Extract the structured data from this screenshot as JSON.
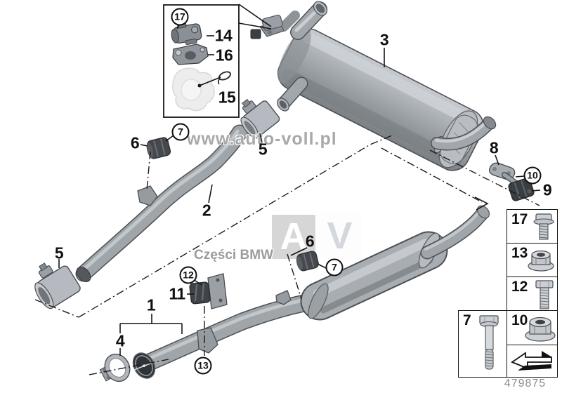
{
  "doc_type": "exploded-parts-diagram",
  "subject": "exhaust system rear section",
  "callouts": {
    "c1": "1",
    "c2": "2",
    "c3": "3",
    "c4": "4",
    "c5_left": "5",
    "c5_top": "5",
    "c6_top": "6",
    "c6_mid": "6",
    "c7_top": "7",
    "c7_mid": "7",
    "c8": "8",
    "c9": "9",
    "c10": "10",
    "c11": "11",
    "c12": "12",
    "c13": "13",
    "c14": "14",
    "c15": "15",
    "c16": "16",
    "c17": "17"
  },
  "legend": {
    "items": [
      {
        "label": "17",
        "part": "flange-bolt"
      },
      {
        "label": "13",
        "part": "flange-nut"
      },
      {
        "label": "12",
        "part": "hex-bolt"
      },
      {
        "label": "10",
        "part": "flange-nut-large"
      }
    ],
    "side_item": {
      "label": "7",
      "part": "stud-bolt"
    },
    "direction_arrow": "direction-of-travel-arrow"
  },
  "watermarks": {
    "url": "www.auto-voll.pl",
    "brand": "Części BMW",
    "logo_left": "A",
    "logo_right": "V"
  },
  "footer": {
    "part_number": "479875"
  },
  "colors": {
    "pipe": "#a0a5aa",
    "pipe_outline": "#4d5156",
    "mount_dark": "#42464b",
    "line": "#1b1b1b",
    "watermark_gray": "#a9a9a9",
    "logo_square": "#d6d6d6"
  }
}
